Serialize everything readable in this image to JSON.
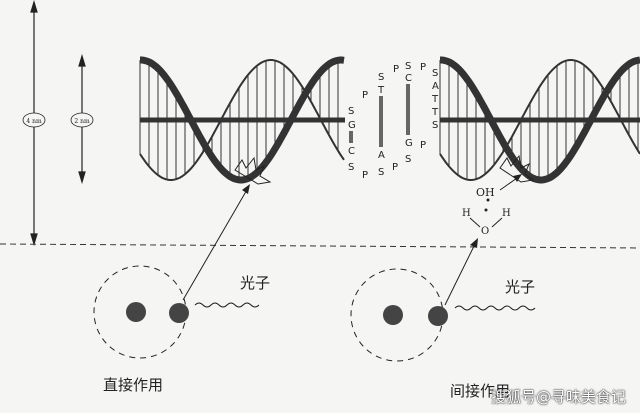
{
  "scale": {
    "large": "4 nm",
    "small": "2 nm"
  },
  "bases": {
    "col1": [
      "S",
      "G",
      "C",
      "S"
    ],
    "col2": [
      "S",
      "T",
      "A",
      "S"
    ],
    "col3": [
      "S",
      "C",
      "G",
      "S"
    ],
    "col4": [
      "S",
      "A",
      "T",
      "T",
      "S"
    ],
    "phosphate": "P"
  },
  "water": {
    "radical": "OH",
    "h": "H",
    "o": "O"
  },
  "photon_label": "光子",
  "direct_label": "直接作用",
  "indirect_label": "间接作用",
  "watermark": "搜狐号@寻味美食记",
  "colors": {
    "ink": "#222222",
    "background": "#f5f5f4"
  }
}
